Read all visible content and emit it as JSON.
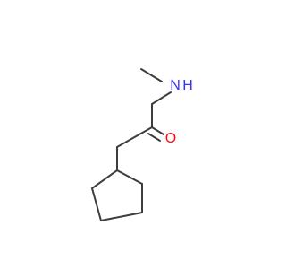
{
  "molecule": {
    "atoms": {
      "nitrogen": {
        "symbol": "N",
        "color": "#3333ff"
      },
      "hydrogen": {
        "symbol": "H",
        "color": "#3333ff"
      },
      "oxygen": {
        "symbol": "O",
        "color": "#ff0d0d"
      }
    },
    "bond_color": "#3d3d3d"
  }
}
